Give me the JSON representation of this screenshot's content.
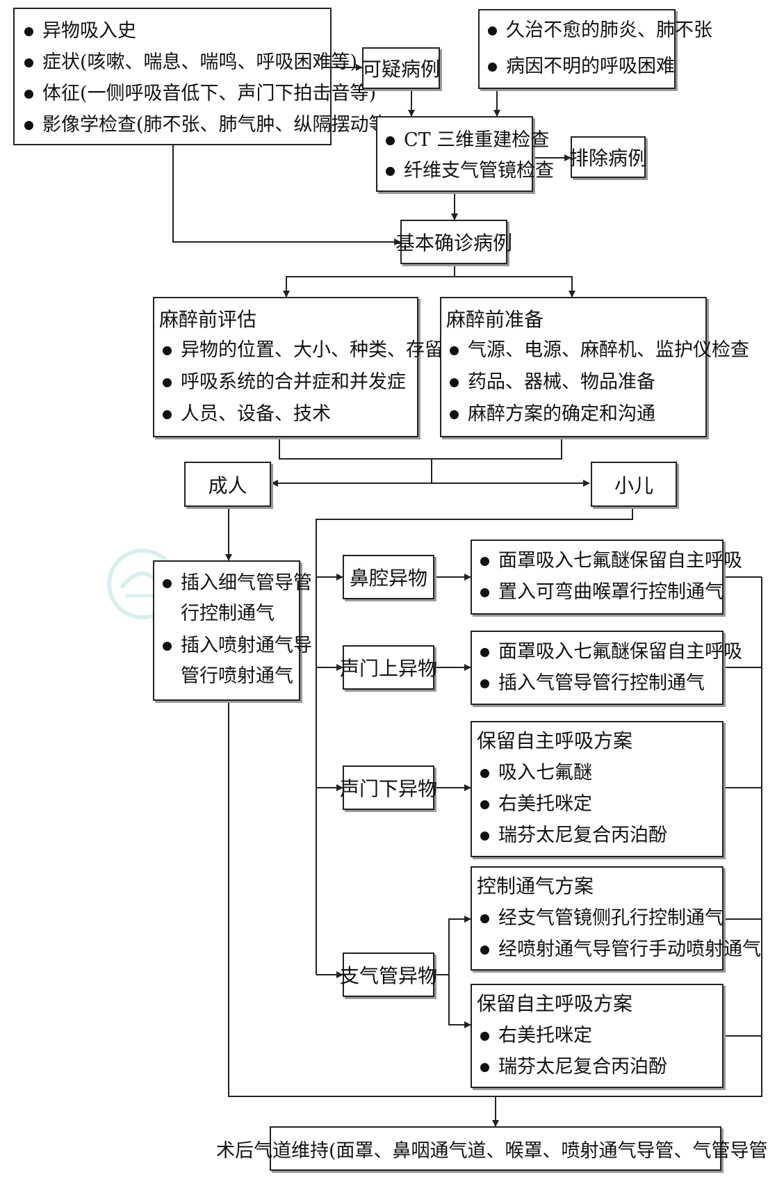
{
  "diagram": {
    "history": [
      "异物吸入史",
      "症状(咳嗽、喘息、喘鸣、呼吸困难等)",
      "体征(一侧呼吸音低下、声门下拍击音等)",
      "影像学检查(肺不张、肺气肿、纵隔摆动等)"
    ],
    "suspect": "可疑病例",
    "unexplained": [
      "久治不愈的肺炎、肺不张",
      "病因不明的呼吸困难"
    ],
    "exams": [
      "CT 三维重建检查",
      "纤维支气管镜检查"
    ],
    "exclude": "排除病例",
    "confirmed": "基本确诊病例",
    "pre_assess": {
      "title": "麻醉前评估",
      "items": [
        "异物的位置、大小、种类、存留时间",
        "呼吸系统的合并症和并发症",
        "人员、设备、技术"
      ]
    },
    "pre_prepare": {
      "title": "麻醉前准备",
      "items": [
        "气源、电源、麻醉机、监护仪检查",
        "药品、器械、物品准备",
        "麻醉方案的确定和沟通"
      ]
    },
    "adult": "成人",
    "child": "小儿",
    "adult_plan": [
      [
        "插入细气管导管",
        "行控制通气"
      ],
      [
        "插入喷射通气导",
        "管行喷射通气"
      ]
    ],
    "nasal": {
      "label": "鼻腔异物",
      "items": [
        "面罩吸入七氟醚保留自主呼吸",
        "置入可弯曲喉罩行控制通气"
      ]
    },
    "supraglottic": {
      "label": "声门上异物",
      "items": [
        "面罩吸入七氟醚保留自主呼吸",
        "插入气管导管行控制通气"
      ]
    },
    "subglottic": {
      "label": "声门下异物",
      "title": "保留自主呼吸方案",
      "items": [
        "吸入七氟醚",
        "右美托咪定",
        "瑞芬太尼复合丙泊酚"
      ]
    },
    "bronchial": {
      "label": "支气管异物",
      "controlled": {
        "title": "控制通气方案",
        "items": [
          "经支气管镜侧孔行控制通气",
          "经喷射通气导管行手动喷射通气"
        ]
      },
      "spontaneous": {
        "title": "保留自主呼吸方案",
        "items": [
          "右美托咪定",
          "瑞芬太尼复合丙泊酚"
        ]
      }
    },
    "postop": "术后气道维持(面罩、鼻咽通气道、喉罩、喷射通气导管、气管导管)"
  }
}
